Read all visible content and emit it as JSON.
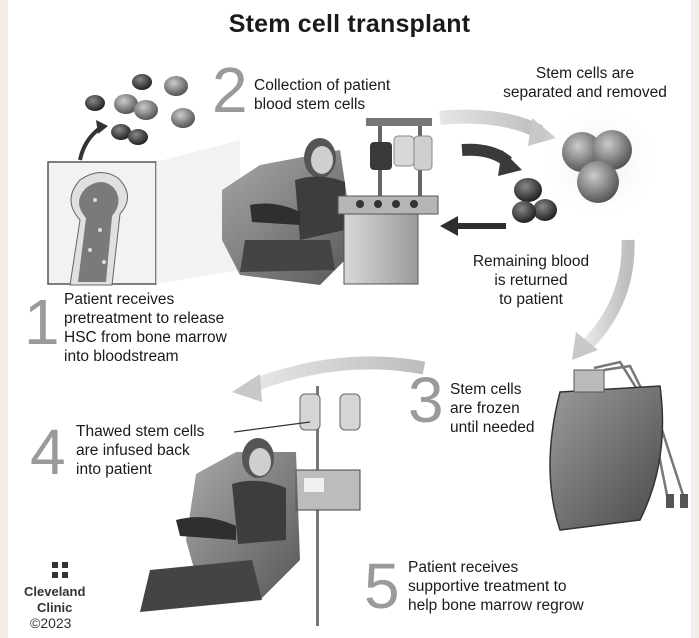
{
  "title": "Stem cell transplant",
  "steps": [
    {
      "number": "1",
      "lines": [
        "Patient receives",
        "pretreatment to release",
        "HSC from bone marrow",
        "into bloodstream"
      ]
    },
    {
      "number": "2",
      "lines": [
        "Collection of patient",
        "blood stem cells"
      ]
    },
    {
      "number": "3",
      "lines": [
        "Stem cells",
        "are frozen",
        "until needed"
      ]
    },
    {
      "number": "4",
      "lines": [
        "Thawed stem cells",
        "are infused back",
        "into patient"
      ]
    },
    {
      "number": "5",
      "lines": [
        "Patient receives",
        "supportive treatment to",
        "help bone marrow regrow"
      ]
    }
  ],
  "separated_label": [
    "Stem cells are",
    "separated and removed"
  ],
  "returned_label": [
    "Remaining blood",
    "is returned",
    "to patient"
  ],
  "logo": {
    "line1": "Cleveland",
    "line2": "Clinic",
    "copyright": "©2023"
  }
}
